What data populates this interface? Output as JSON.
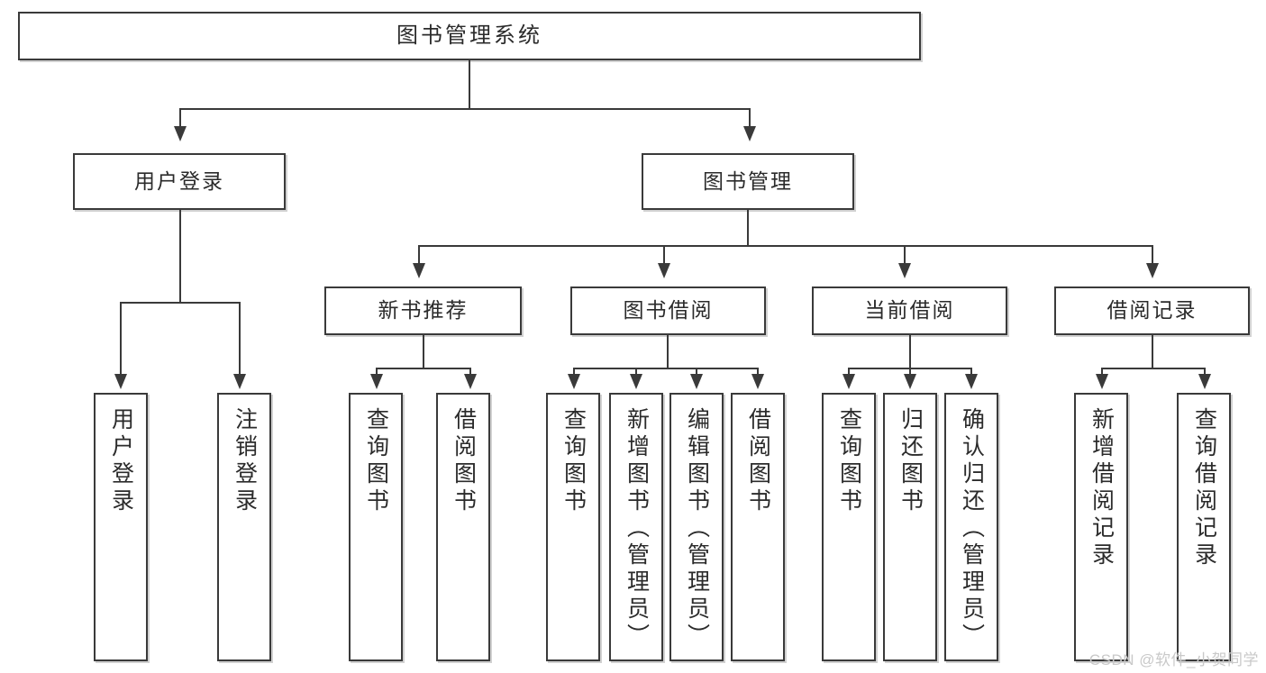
{
  "diagram": {
    "title": "图书管理系统",
    "type": "tree-hierarchy-chart",
    "colors": {
      "box_border": "#3a3a3a",
      "box_fill": "#ffffff",
      "connector": "#3a3a3a",
      "text": "#2b2b2b",
      "watermark": "#c9c9c9",
      "background": "#ffffff"
    }
  },
  "root": {
    "label": "图书管理系统"
  },
  "level2": [
    {
      "label": "用户登录"
    },
    {
      "label": "图书管理"
    }
  ],
  "level3": [
    {
      "label": "新书推荐"
    },
    {
      "label": "图书借阅"
    },
    {
      "label": "当前借阅"
    },
    {
      "label": "借阅记录"
    }
  ],
  "leaves": {
    "user_login": [
      {
        "label": "用户登录"
      },
      {
        "label": "注销登录"
      }
    ],
    "new_book_recommend": [
      {
        "label": "查询图书"
      },
      {
        "label": "借阅图书"
      }
    ],
    "book_borrow": [
      {
        "label": "查询图书"
      },
      {
        "label": "新增图书（管理员）"
      },
      {
        "label": "编辑图书（管理员）"
      },
      {
        "label": "借阅图书"
      }
    ],
    "current_borrow": [
      {
        "label": "查询图书"
      },
      {
        "label": "归还图书"
      },
      {
        "label": "确认归还（管理员）"
      }
    ],
    "borrow_record": [
      {
        "label": "新增借阅记录"
      },
      {
        "label": "查询借阅记录"
      }
    ]
  },
  "watermark": {
    "text": "CSDN @软件_小贺同学"
  }
}
